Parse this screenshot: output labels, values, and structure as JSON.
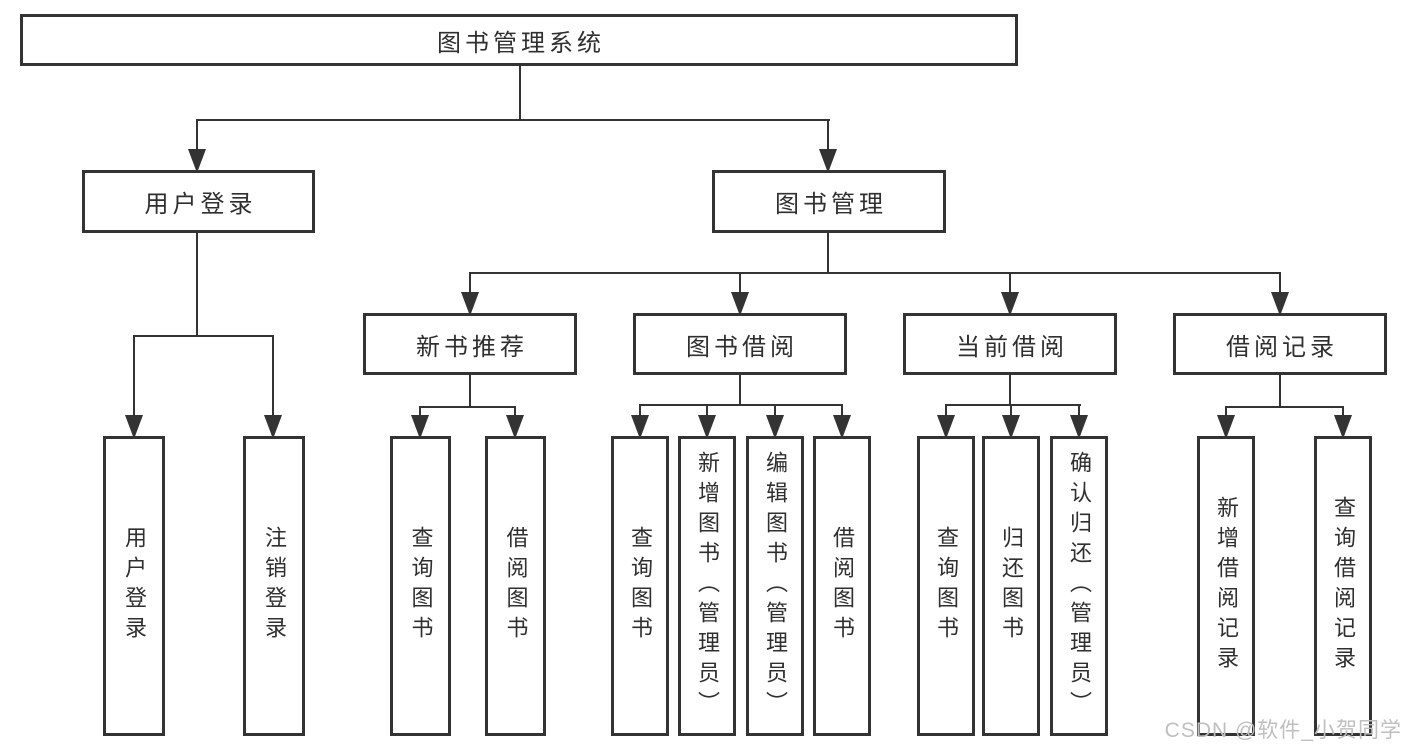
{
  "nodes": [
    {
      "id": "root",
      "label": "图书管理系统"
    },
    {
      "id": "user-login",
      "label": "用户登录"
    },
    {
      "id": "book-mgmt",
      "label": "图书管理"
    },
    {
      "id": "new-book-rec",
      "label": "新书推荐"
    },
    {
      "id": "book-borrow",
      "label": "图书借阅"
    },
    {
      "id": "current-borrow",
      "label": "当前借阅"
    },
    {
      "id": "borrow-record",
      "label": "借阅记录"
    },
    {
      "id": "leaf-user-login",
      "label": "用户登录"
    },
    {
      "id": "leaf-logout",
      "label": "注销登录"
    },
    {
      "id": "leaf-query-book-1",
      "label": "查询图书"
    },
    {
      "id": "leaf-borrow-book-1",
      "label": "借阅图书"
    },
    {
      "id": "leaf-query-book-2",
      "label": "查询图书"
    },
    {
      "id": "leaf-add-book",
      "label": "新增图书（管理员）"
    },
    {
      "id": "leaf-edit-book",
      "label": "编辑图书（管理员）"
    },
    {
      "id": "leaf-borrow-book-2",
      "label": "借阅图书"
    },
    {
      "id": "leaf-query-book-3",
      "label": "查询图书"
    },
    {
      "id": "leaf-return-book",
      "label": "归还图书"
    },
    {
      "id": "leaf-confirm-return",
      "label": "确认归还（管理员）"
    },
    {
      "id": "leaf-add-record",
      "label": "新增借阅记录"
    },
    {
      "id": "leaf-query-record",
      "label": "查询借阅记录"
    }
  ],
  "edges": [
    [
      "root",
      "user-login"
    ],
    [
      "root",
      "book-mgmt"
    ],
    [
      "user-login",
      "leaf-user-login"
    ],
    [
      "user-login",
      "leaf-logout"
    ],
    [
      "book-mgmt",
      "new-book-rec"
    ],
    [
      "book-mgmt",
      "book-borrow"
    ],
    [
      "book-mgmt",
      "current-borrow"
    ],
    [
      "book-mgmt",
      "borrow-record"
    ],
    [
      "new-book-rec",
      "leaf-query-book-1"
    ],
    [
      "new-book-rec",
      "leaf-borrow-book-1"
    ],
    [
      "book-borrow",
      "leaf-query-book-2"
    ],
    [
      "book-borrow",
      "leaf-add-book"
    ],
    [
      "book-borrow",
      "leaf-edit-book"
    ],
    [
      "book-borrow",
      "leaf-borrow-book-2"
    ],
    [
      "current-borrow",
      "leaf-query-book-3"
    ],
    [
      "current-borrow",
      "leaf-return-book"
    ],
    [
      "current-borrow",
      "leaf-confirm-return"
    ],
    [
      "borrow-record",
      "leaf-add-record"
    ],
    [
      "borrow-record",
      "leaf-query-record"
    ]
  ],
  "watermark": "CSDN @软件_小贺同学",
  "colors": {
    "line": "#333333",
    "text": "#2f2f2f",
    "box_fill": "#ffffff",
    "background": "#ffffff",
    "watermark": "#bfbfbf"
  }
}
